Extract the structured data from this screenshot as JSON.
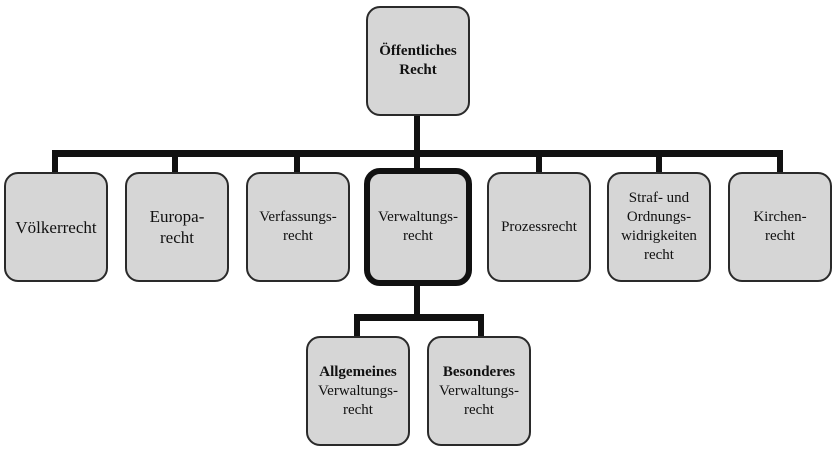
{
  "diagram": {
    "root": {
      "line1": "Öffentliches",
      "line2": "Recht"
    },
    "children": [
      {
        "id": "voelkerrecht",
        "line1": "Völkerrecht"
      },
      {
        "id": "europarecht",
        "line1": "Europa-",
        "line2": "recht"
      },
      {
        "id": "verfassungsrecht",
        "line1": "Verfassungs-",
        "line2": "recht"
      },
      {
        "id": "verwaltungsrecht",
        "line1": "Verwaltungs-",
        "line2": "recht"
      },
      {
        "id": "prozessrecht",
        "line1": "Prozessrecht"
      },
      {
        "id": "straf-ordnungswidrigkeitenrecht",
        "line1": "Straf- und",
        "line2": "Ordnungs-",
        "line3": "widrigkeiten",
        "line4": "recht"
      },
      {
        "id": "kirchenrecht",
        "line1": "Kirchen-",
        "line2": "recht"
      }
    ],
    "grandchildren": [
      {
        "id": "allgemeines-verwaltungsrecht",
        "line1": "Allgemeines",
        "line2": "Verwaltungs-",
        "line3": "recht"
      },
      {
        "id": "besonderes-verwaltungsrecht",
        "line1": "Besonderes",
        "line2": "Verwaltungs-",
        "line3": "recht"
      }
    ],
    "highlighted": "Verwaltungsrecht"
  }
}
